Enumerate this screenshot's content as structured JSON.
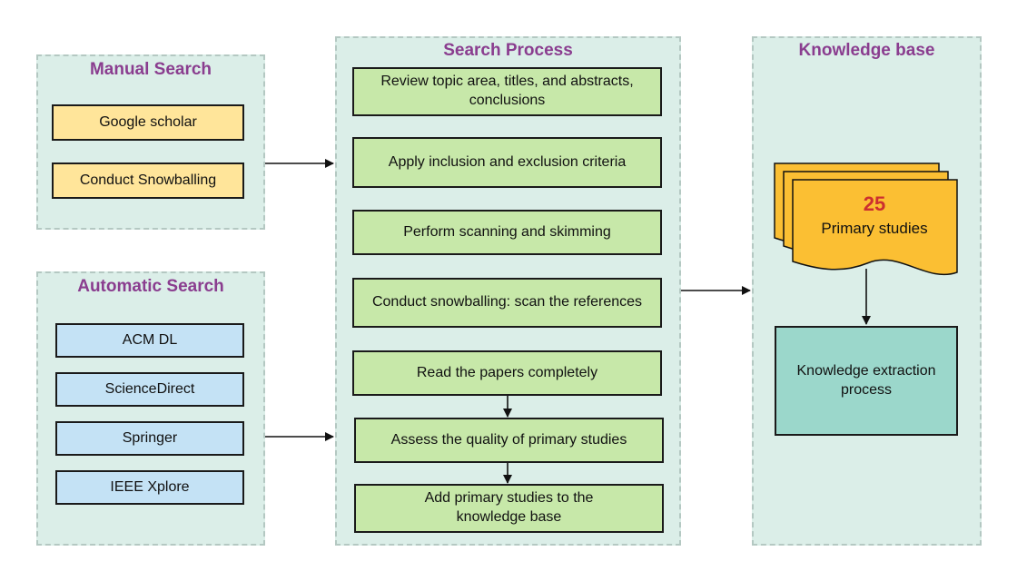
{
  "manual_search": {
    "title": "Manual Search",
    "items": [
      "Google scholar",
      "Conduct Snowballing"
    ]
  },
  "automatic_search": {
    "title": "Automatic Search",
    "items": [
      "ACM DL",
      "ScienceDirect",
      "Springer",
      "IEEE Xplore"
    ]
  },
  "search_process": {
    "title": "Search Process",
    "steps": [
      "Review topic area, titles, and abstracts, conclusions",
      "Apply inclusion and exclusion criteria",
      "Perform scanning and skimming",
      "Conduct snowballing: scan the references",
      "Read the papers completely",
      "Assess the quality of primary studies",
      "Add primary studies to the knowledge base"
    ]
  },
  "knowledge_base": {
    "title": "Knowledge base",
    "primary_studies_count": "25",
    "primary_studies_label": "Primary studies",
    "extraction_label": "Knowledge extraction process"
  },
  "colors": {
    "panel_bg": "#dbeee8",
    "title_purple": "#8a3d8f",
    "manual_box": "#ffe59a",
    "automatic_box": "#c4e2f5",
    "process_box": "#c7e8a9",
    "extraction_box": "#9bd7cb",
    "document": "#fbbf33",
    "count_red": "#cc2f2f"
  }
}
